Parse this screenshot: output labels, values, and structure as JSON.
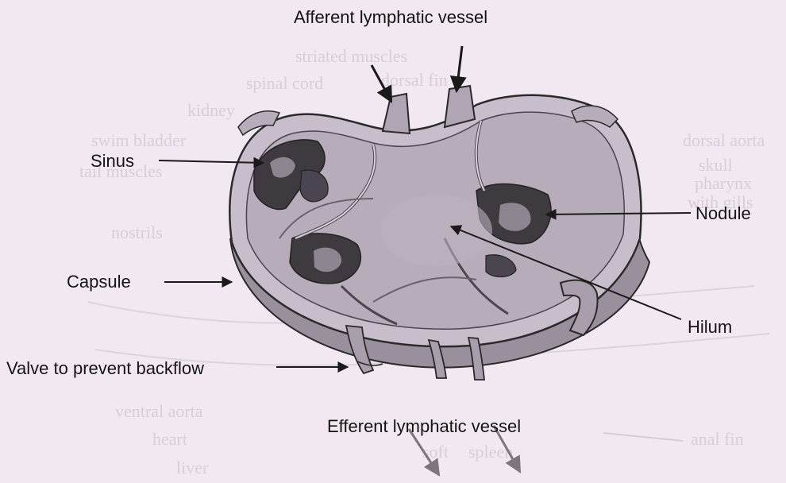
{
  "labels": {
    "afferent": "Afferent lymphatic vessel",
    "sinus": "Sinus",
    "nodule": "Nodule",
    "capsule": "Capsule",
    "hilum": "Hilum",
    "valve": "Valve to prevent backflow",
    "efferent": "Efferent lymphatic vessel"
  },
  "background_labels": {
    "dorsal": "dorsal fin",
    "striated": "striated muscles",
    "spinal": "spinal cord",
    "kidney": "kidney",
    "swim_bladder": "swim bladder",
    "dorsal_aorta": "dorsal aorta",
    "tail": "tail muscles",
    "skull": "skull",
    "pharynx": "pharynx",
    "gills": "with gills",
    "nostrils": "nostrils",
    "ventral_aorta": "ventral aorta",
    "heart": "heart",
    "liver": "liver",
    "anal_fin": "anal fin",
    "spleen": "spleen",
    "soft": "soft"
  },
  "colors": {
    "background": "#f1e8f1",
    "node_fill": "#c7bcc9",
    "node_shadow": "#8f8692",
    "sinus_dark": "#3e3a40",
    "label_text": "#141414"
  }
}
